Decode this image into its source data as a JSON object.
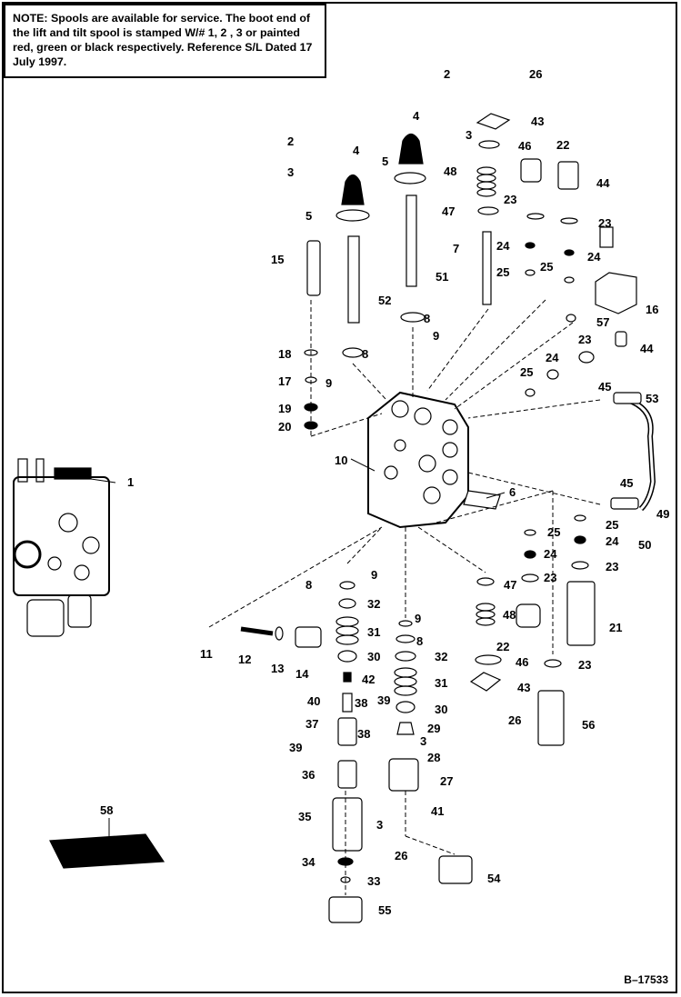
{
  "note": {
    "prefix": "NOTE:",
    "text": "Spools are available for service. The boot end of the lift and tilt spool is stamped W/# 1, 2 , 3 or painted red, green or black respectively. Reference S/L Dated 17 July 1997."
  },
  "figure_code": "B–17533",
  "callouts": [
    "1",
    "2",
    "3",
    "4",
    "5",
    "6",
    "7",
    "8",
    "9",
    "10",
    "11",
    "12",
    "13",
    "14",
    "15",
    "16",
    "17",
    "18",
    "19",
    "20",
    "21",
    "22",
    "23",
    "24",
    "25",
    "26",
    "27",
    "28",
    "29",
    "30",
    "31",
    "32",
    "33",
    "34",
    "35",
    "36",
    "37",
    "38",
    "39",
    "40",
    "41",
    "42",
    "43",
    "44",
    "45",
    "46",
    "47",
    "48",
    "49",
    "50",
    "51",
    "52",
    "53",
    "54",
    "55",
    "56",
    "57",
    "58"
  ]
}
